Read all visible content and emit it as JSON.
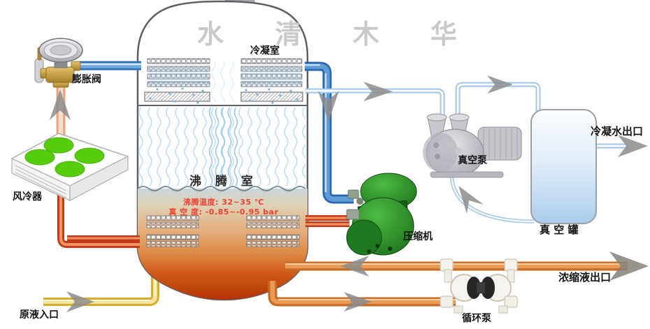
{
  "watermark": "水 清 木 华",
  "tank": {
    "condensing_chamber_label": "冷凝室",
    "boiling_chamber_label": "沸 腾 室",
    "boiling_temp": "沸腾温度: 32~35 ℃",
    "vacuum_degree": "真 空 度: -0.85~-0.95 bar"
  },
  "components": {
    "expansion_valve": "膨胀阀",
    "air_cooler": "风冷器",
    "compressor": "压缩机",
    "vacuum_pump": "真空泵",
    "vacuum_tank": "真 空 罐",
    "circulation_pump": "循环泵"
  },
  "ports": {
    "raw_liquid_inlet": "原液入口",
    "condensate_outlet": "冷凝水出口",
    "concentrate_outlet": "浓缩液出口"
  },
  "colors": {
    "refrigerant_cold_pipe": "#3270b8",
    "refrigerant_hot_pipe": "#c23a17",
    "condensate_pipe": "#9fc6ea",
    "raw_liquid_pipe": "#d9ad2a",
    "concentrate_pipe": "#c96a22",
    "annotation_red": "#f04334",
    "watermark_gray": "#c8c8c8",
    "compressor_green": "#1f7a1f",
    "fan_green": "#55cd0a",
    "flow_arrow_gray": "#8c8c8c"
  }
}
